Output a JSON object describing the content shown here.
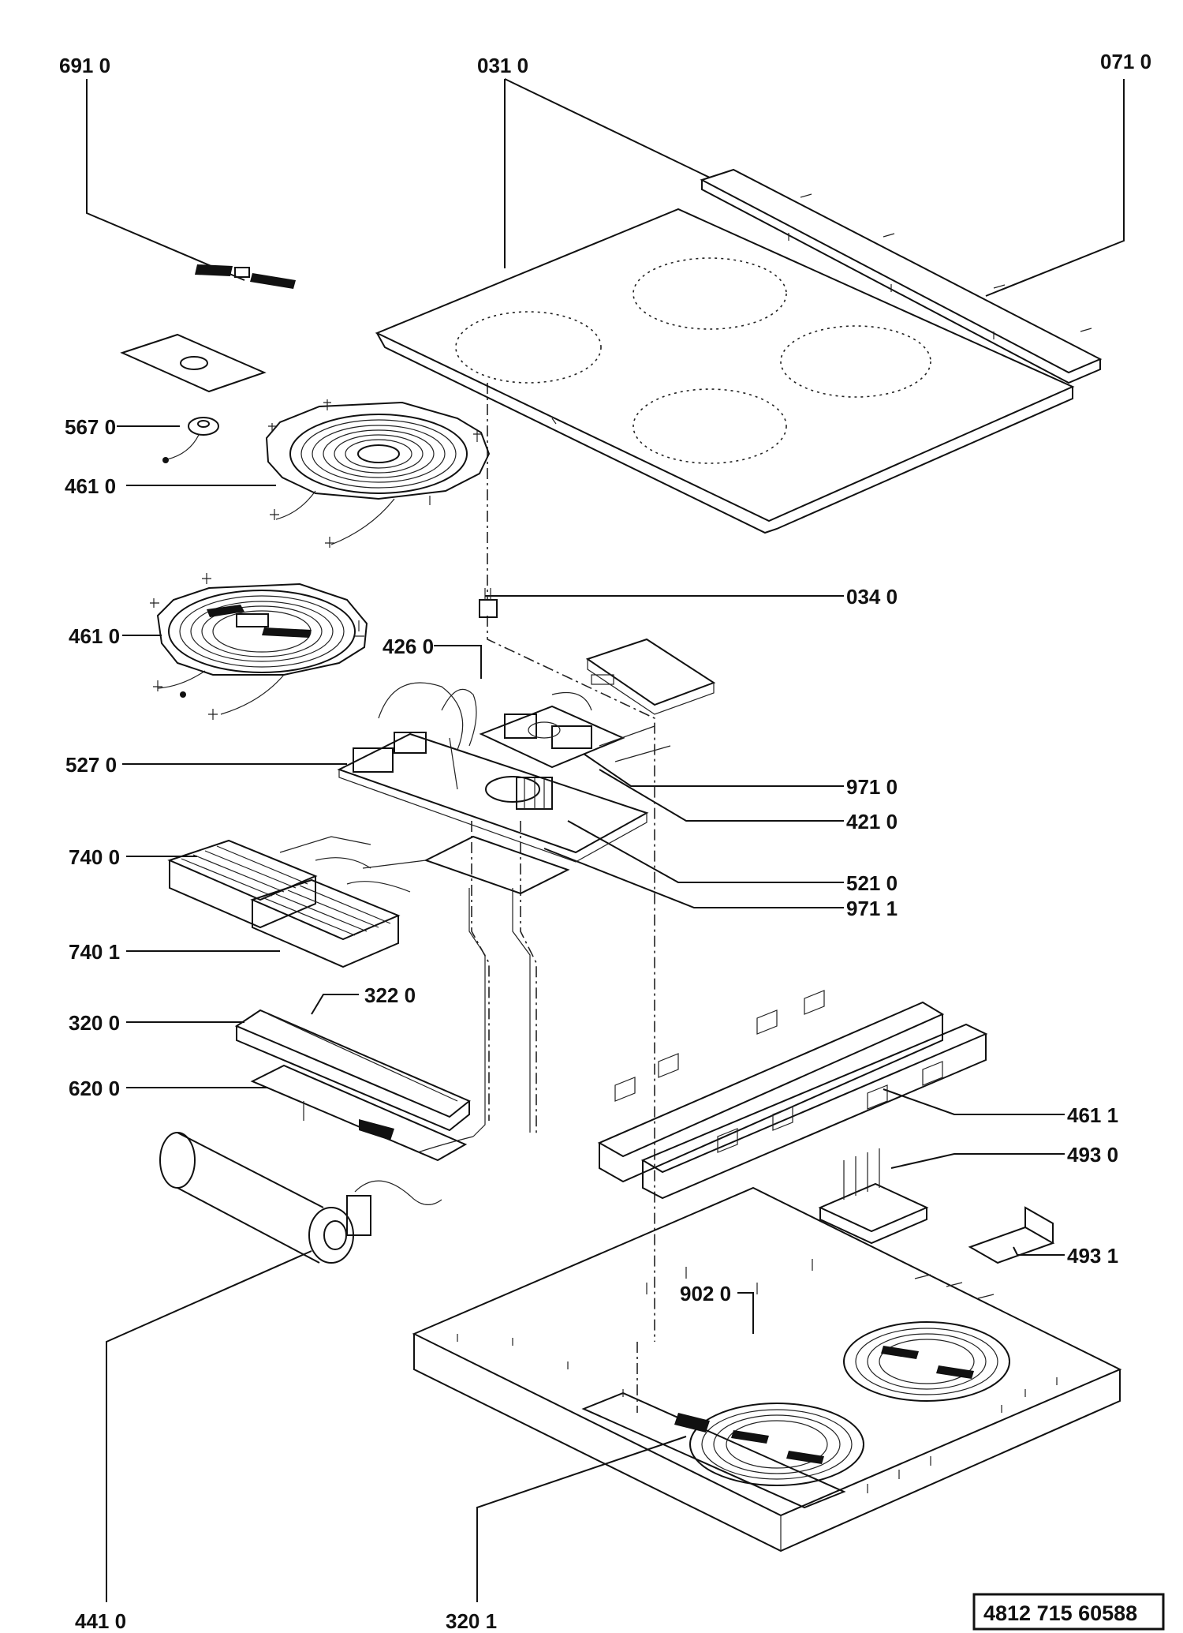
{
  "labels": {
    "p6910": "691 0",
    "p0310": "031 0",
    "p0710": "071 0",
    "p5670": "567 0",
    "p4610a": "461 0",
    "p4610b": "461 0",
    "p0340": "034 0",
    "p4260": "426 0",
    "p5270": "527 0",
    "p9710": "971 0",
    "p4210": "421 0",
    "p7400": "740 0",
    "p5210": "521 0",
    "p9711": "971 1",
    "p7401": "740 1",
    "p3220": "322 0",
    "p3200": "320 0",
    "p6200": "620 0",
    "p4611": "461 1",
    "p4930": "493 0",
    "p4931": "493 1",
    "p9020": "902 0",
    "p4410": "441 0",
    "p3201": "320 1"
  },
  "document_number": "4812 715 60588"
}
